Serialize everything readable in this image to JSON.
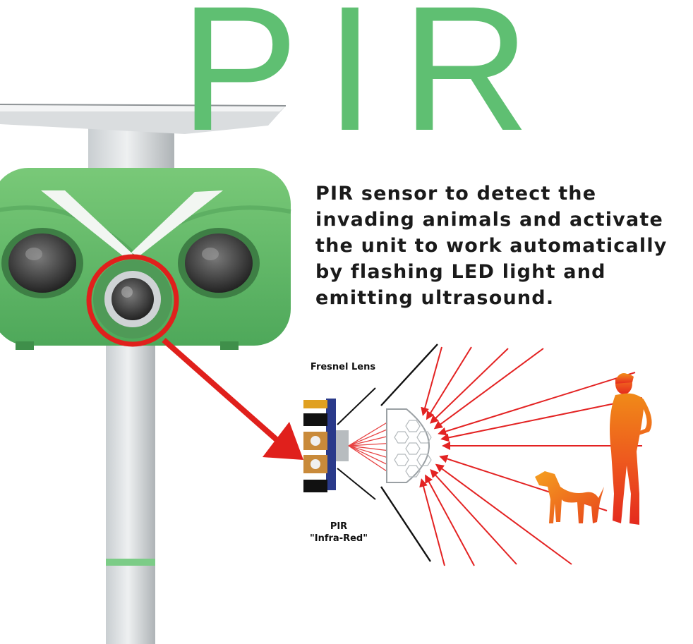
{
  "headline": "PIR",
  "description": "PIR sensor to detect the invading animals and activate the unit to work automatically by flashing LED light and emitting ultrasound.",
  "diagram": {
    "lens_label": "Fresnel Lens",
    "sensor_label_line1": "PIR",
    "sensor_label_line2": "\"Infra-Red\""
  },
  "colors": {
    "brand_green": "#5fbf72",
    "device_green": "#62b862",
    "ray_red": "#e32222",
    "arrow_red": "#e0201c"
  },
  "icons": [
    "solar-panel-icon",
    "pir-sensor-icon",
    "fresnel-lens-icon",
    "human-silhouette-icon",
    "dog-silhouette-icon"
  ]
}
